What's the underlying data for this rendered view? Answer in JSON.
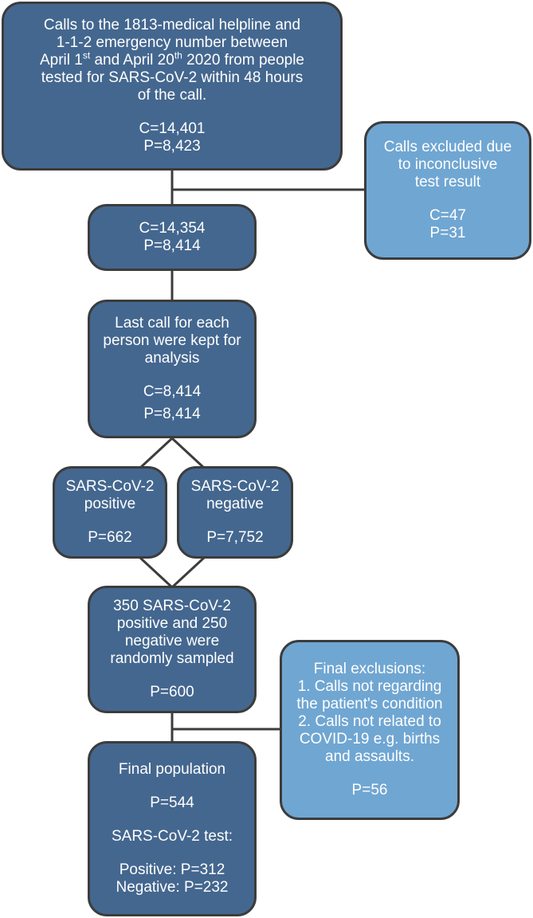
{
  "boxes": {
    "start": {
      "line1": "Calls to the 1813-medical helpline and",
      "line2": "1-1-2 emergency number between",
      "line3_a": "April 1",
      "line3_sup1": "st",
      "line3_b": " and April 20",
      "line3_sup2": "th",
      "line3_c": " 2020 from people",
      "line4": "tested for SARS-CoV-2 within 48 hours",
      "line5": "of the call.",
      "calls": "C=14,401",
      "persons": "P=8,423"
    },
    "excluded_inconclusive": {
      "line1": "Calls excluded due",
      "line2": "to inconclusive",
      "line3": "test result",
      "calls": "C=47",
      "persons": "P=31"
    },
    "after_exclusion": {
      "calls": "C=14,354",
      "persons": "P=8,414"
    },
    "last_call": {
      "line1": "Last call for each",
      "line2": "person were kept for",
      "line3": "analysis",
      "calls": "C=8,414",
      "persons": "P=8,414"
    },
    "positive": {
      "line1": "SARS-CoV-2",
      "line2": "positive",
      "persons": "P=662"
    },
    "negative": {
      "line1": "SARS-CoV-2",
      "line2": "negative",
      "persons": "P=7,752"
    },
    "sampled": {
      "line1": "350 SARS-CoV-2",
      "line2": "positive and 250",
      "line3": "negative were",
      "line4": "randomly sampled",
      "persons": "P=600"
    },
    "final_exclusions": {
      "title": "Final exclusions:",
      "item1_a": "1. Calls not regarding",
      "item1_b": "the patient's condition",
      "item2_a": "2. Calls not related to",
      "item2_b": "COVID-19 e.g. births",
      "item2_c": "and assaults.",
      "persons": "P=56"
    },
    "final_population": {
      "title": "Final population",
      "persons": "P=544",
      "test_label": "SARS-CoV-2 test:",
      "positive": "Positive: P=312",
      "negative": "Negative: P=232"
    }
  },
  "colors": {
    "dark_box": "#44678f",
    "light_box": "#70a6d2",
    "border": "#3c3c3c",
    "text": "#ffffff"
  }
}
